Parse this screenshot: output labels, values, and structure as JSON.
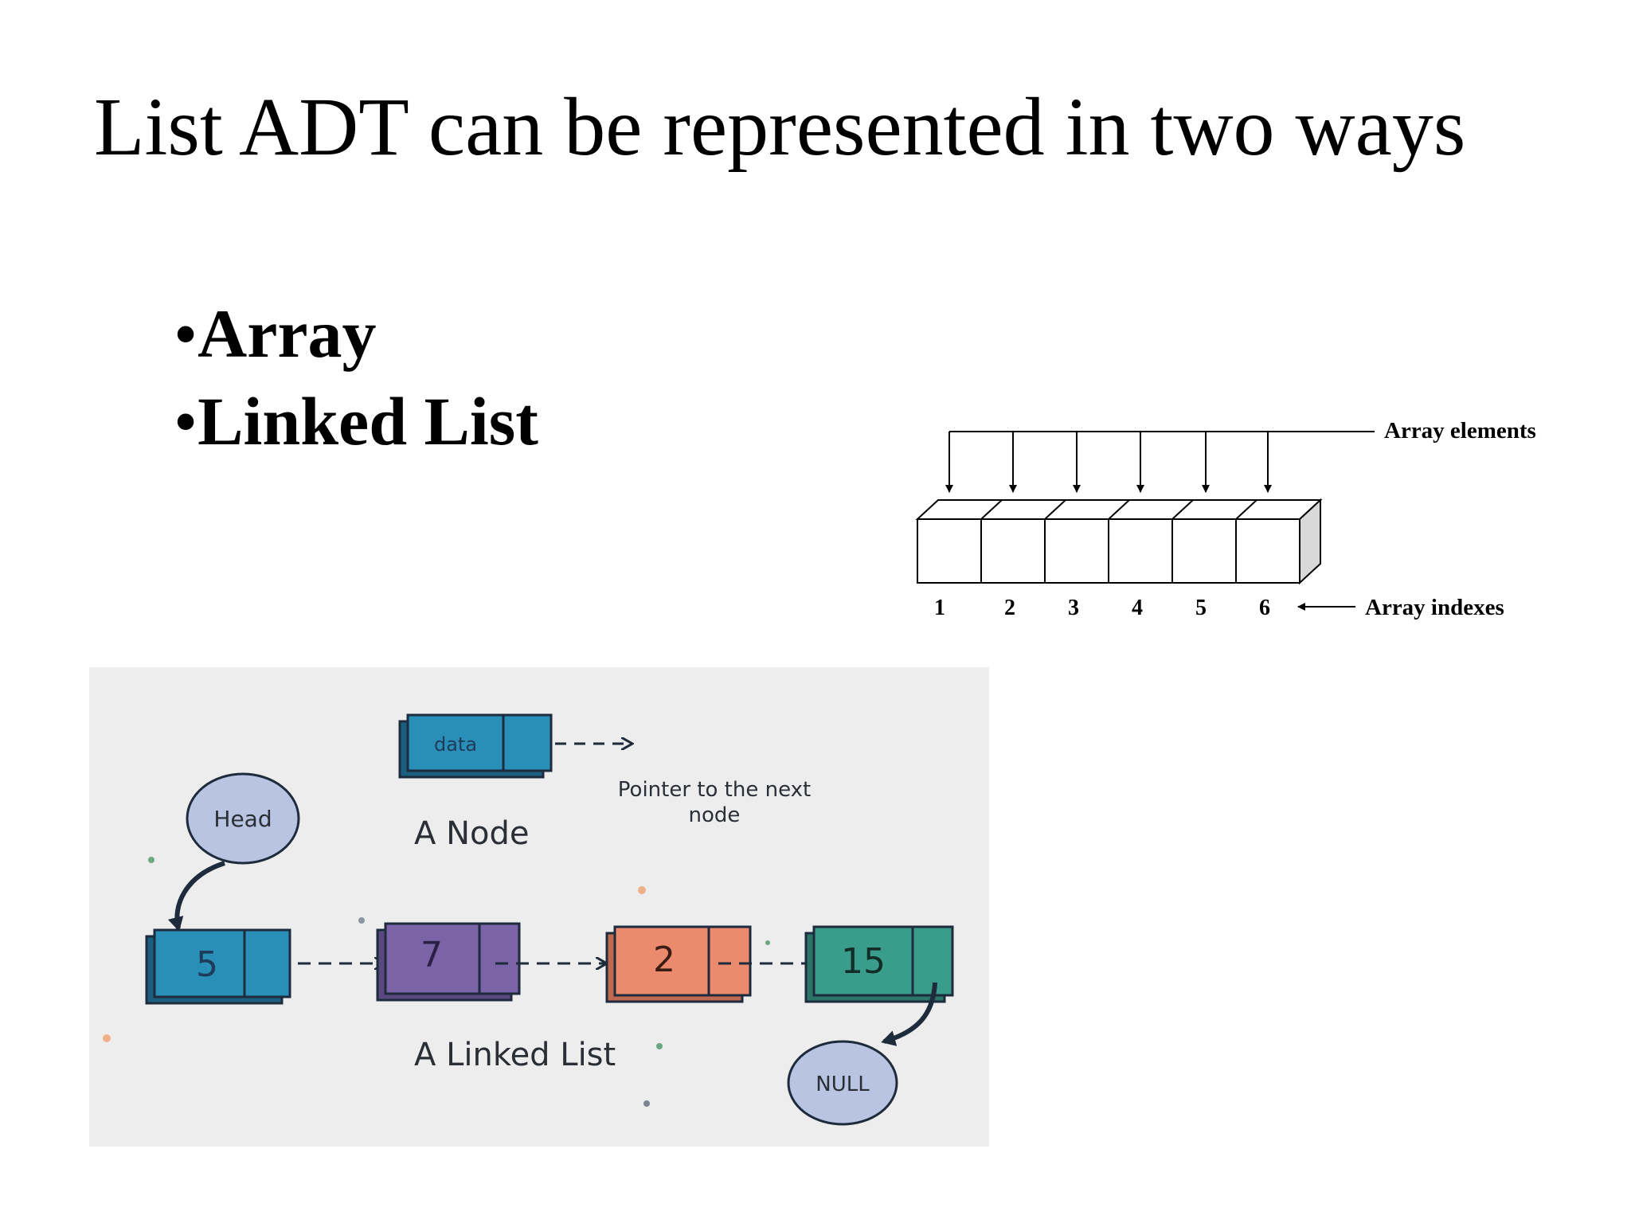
{
  "slide": {
    "title": "List ADT can be represented in two ways",
    "bullet_glyph": "•",
    "bullets": [
      "Array",
      "Linked List"
    ]
  },
  "array_diagram": {
    "elements_label": "Array elements",
    "indexes_label": "Array indexes",
    "indexes": [
      "1",
      "2",
      "3",
      "4",
      "5",
      "6"
    ]
  },
  "linked_list_diagram": {
    "node_legend": {
      "data_label": "data",
      "caption": "A Node",
      "pointer_label_line1": "Pointer to the next",
      "pointer_label_line2": "node"
    },
    "head_label": "Head",
    "null_label": "NULL",
    "caption": "A Linked List",
    "nodes": [
      {
        "value": "5",
        "color": "#2a8fb8"
      },
      {
        "value": "7",
        "color": "#7b63a8"
      },
      {
        "value": "2",
        "color": "#ec8a6d"
      },
      {
        "value": "15",
        "color": "#3a9d8c"
      }
    ],
    "colors": {
      "background": "#ededee",
      "bubble": "#b8c4e2",
      "outline": "#1e2b3c"
    }
  }
}
